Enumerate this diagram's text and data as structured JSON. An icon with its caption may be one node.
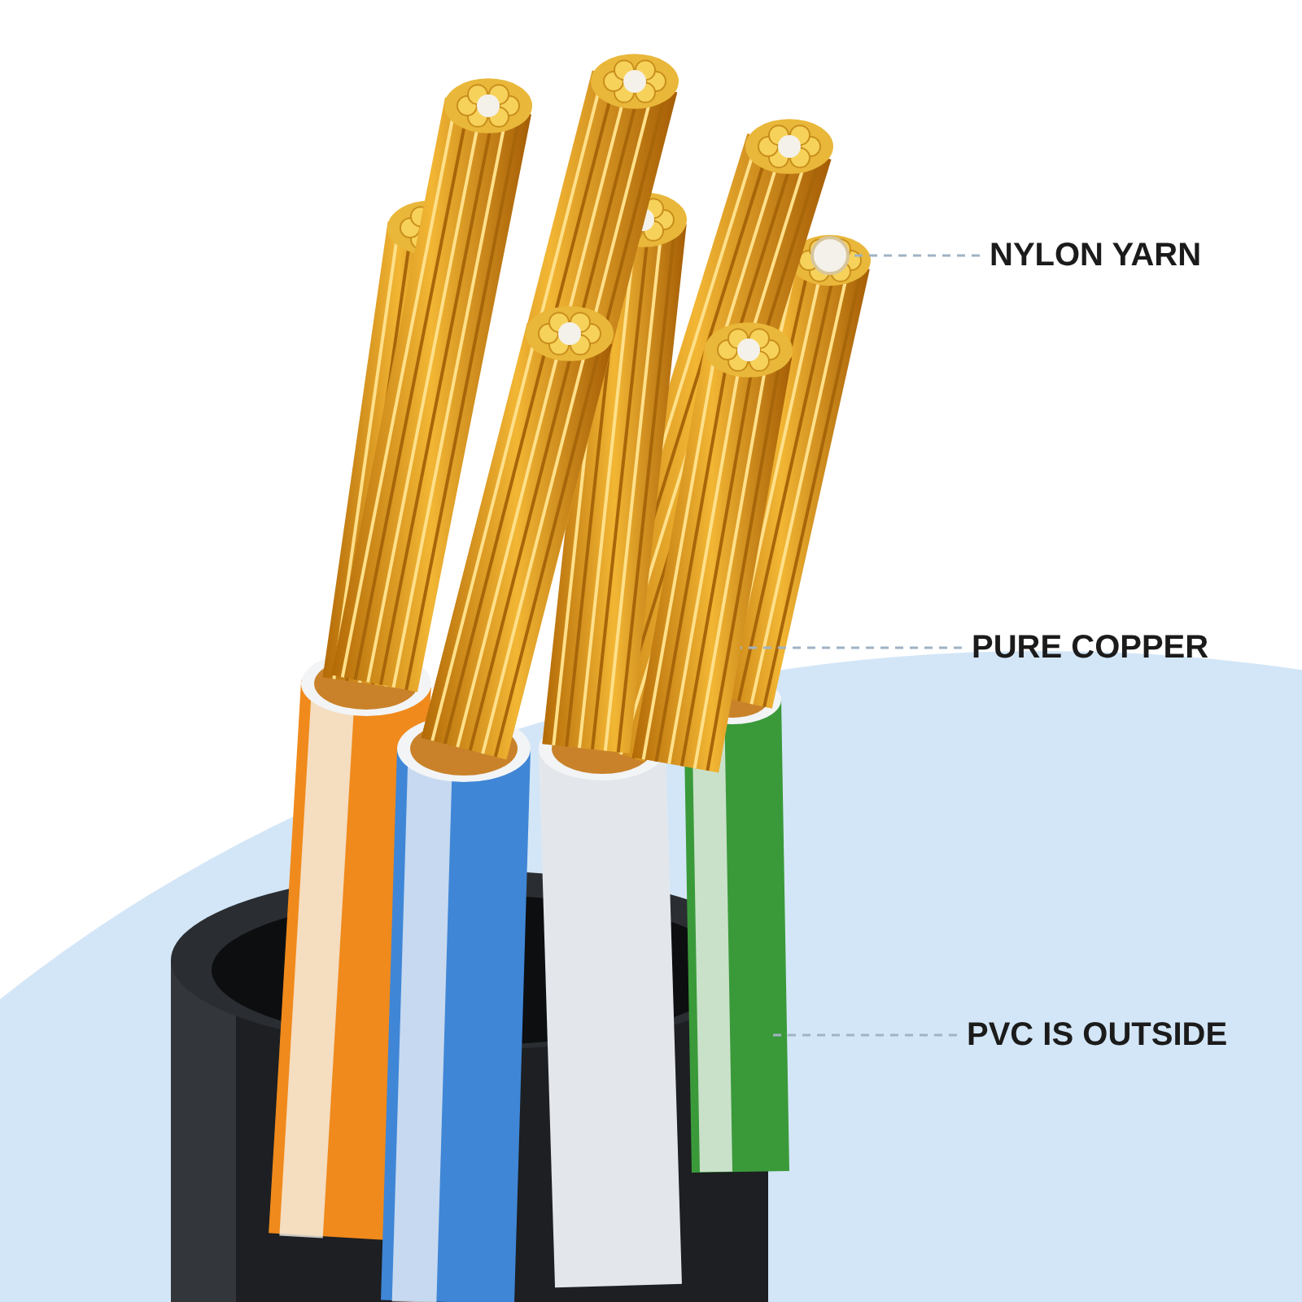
{
  "diagram": {
    "nodes": [
      {
        "text": [
          "NYLON YARN"
        ]
      },
      {
        "text": [
          "PURE COPPER"
        ]
      },
      {
        "text": [
          "PVC IS OUTSIDE"
        ]
      },
      {
        "text": [],
        "shape": "circle"
      },
      {
        "text": [],
        "shape": "picture"
      },
      {
        "text": [],
        "shape": "cylinder"
      }
    ],
    "edges": [
      {
        "from": 0,
        "to": 3,
        "arrow": "none",
        "style": "dashed"
      },
      {
        "from": 1,
        "to": 4,
        "arrow": "none",
        "style": "dashed"
      },
      {
        "from": 2,
        "to": 5,
        "arrow": "none",
        "style": "dashed"
      }
    ]
  }
}
